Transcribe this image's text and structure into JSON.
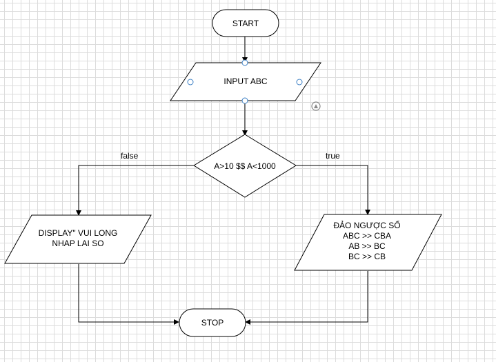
{
  "diagram": {
    "nodes": {
      "start": "START",
      "input": "INPUT ABC",
      "decision": "A>10 $$ A<1000",
      "display": [
        "DISPLAY\" VUI LONG",
        "NHAP LAI SO"
      ],
      "reverse": [
        "ĐẢO NGƯỢC SỐ",
        "ABC >> CBA",
        "AB >> BC",
        "BC >> CB"
      ],
      "stop": "STOP"
    },
    "edges": {
      "false_label": "false",
      "true_label": "true"
    }
  }
}
